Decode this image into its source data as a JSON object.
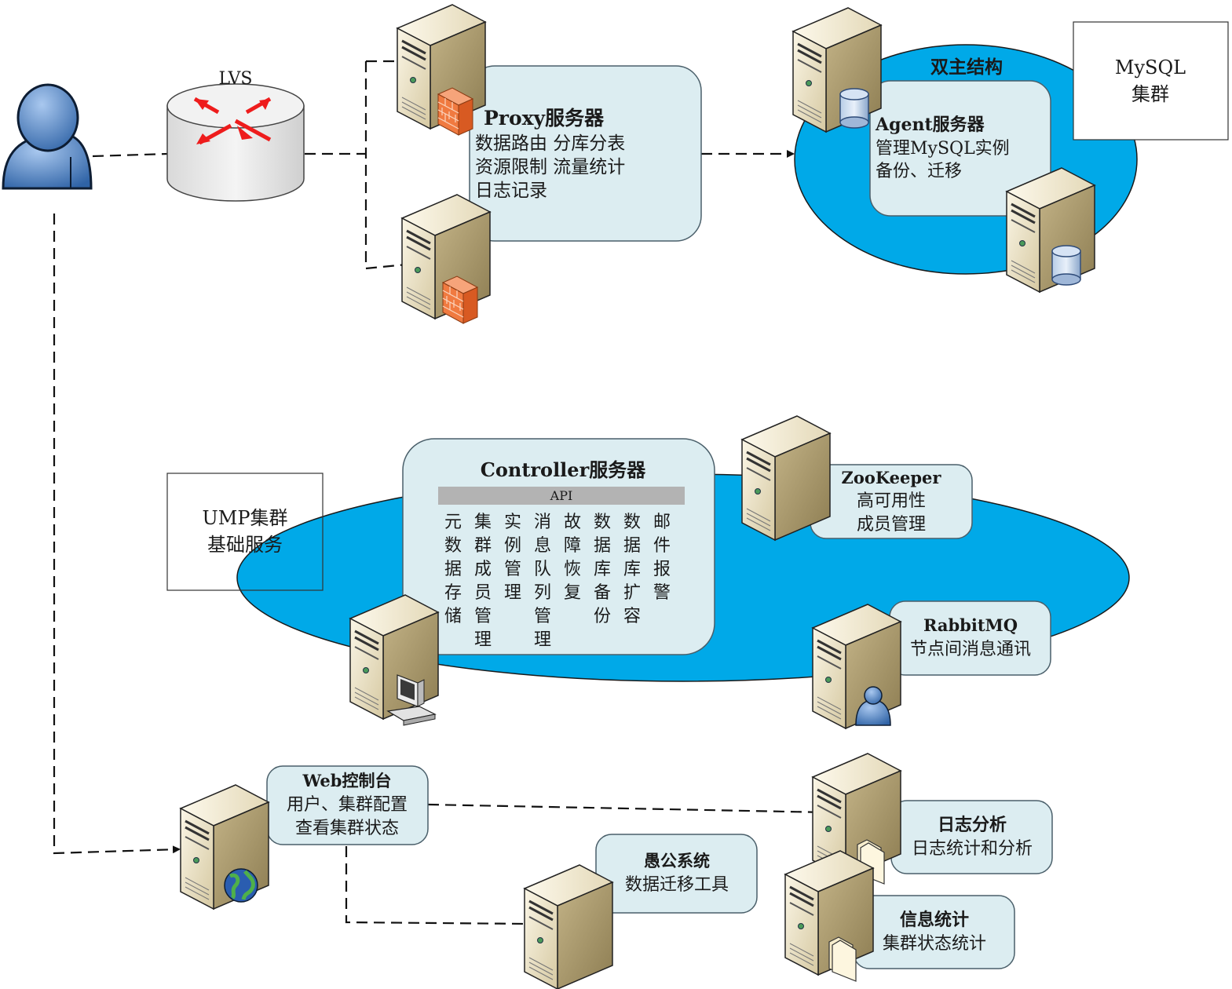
{
  "lvs": {
    "label": "LVS"
  },
  "proxy": {
    "title": "Proxy服务器",
    "lines": [
      "数据路由 分库分表",
      "资源限制 流量统计",
      "日志记录"
    ]
  },
  "mysql": {
    "cluster_label": [
      "MySQL",
      "集群"
    ],
    "double_master": "双主结构",
    "agent_title": "Agent服务器",
    "agent_lines": [
      "管理MySQL实例",
      "备份、迁移"
    ]
  },
  "ump": {
    "label": [
      "UMP集群",
      "基础服务"
    ]
  },
  "controller": {
    "title": "Controller服务器",
    "api_label": "API",
    "columns": [
      [
        "元",
        "数",
        "据",
        "存",
        "储"
      ],
      [
        "集",
        "群",
        "成",
        "员",
        "管",
        "理"
      ],
      [
        "实",
        "例",
        "管",
        "理"
      ],
      [
        "消",
        "息",
        "队",
        "列",
        "管",
        "理"
      ],
      [
        "故",
        "障",
        "恢",
        "复"
      ],
      [
        "数",
        "据",
        "库",
        "备",
        "份"
      ],
      [
        "数",
        "据",
        "库",
        "扩",
        "容"
      ],
      [
        "邮",
        "件",
        "报",
        "警"
      ]
    ]
  },
  "zookeeper": {
    "title": "ZooKeeper",
    "lines": [
      "高可用性",
      "成员管理"
    ]
  },
  "rabbitmq": {
    "title": "RabbitMQ",
    "lines": [
      "节点间消息通讯"
    ]
  },
  "web_console": {
    "title": "Web控制台",
    "lines": [
      "用户、集群配置",
      "查看集群状态"
    ]
  },
  "yugong": {
    "title": "愚公系统",
    "lines": [
      "数据迁移工具"
    ]
  },
  "log_analysis": {
    "title": "日志分析",
    "lines": [
      "日志统计和分析"
    ]
  },
  "info_stats": {
    "title": "信息统计",
    "lines": [
      "集群状态统计"
    ]
  },
  "colors": {
    "ellipse_blue": "#00a9e8",
    "box_fill": "#dcedf1",
    "box_stroke": "#4a5f6a",
    "server_light": "#efe6cc",
    "server_dark": "#b3a47a",
    "user_blue": "#5b8fce",
    "arrow_red": "#ee1c1c",
    "firewall": "#f07a40"
  }
}
